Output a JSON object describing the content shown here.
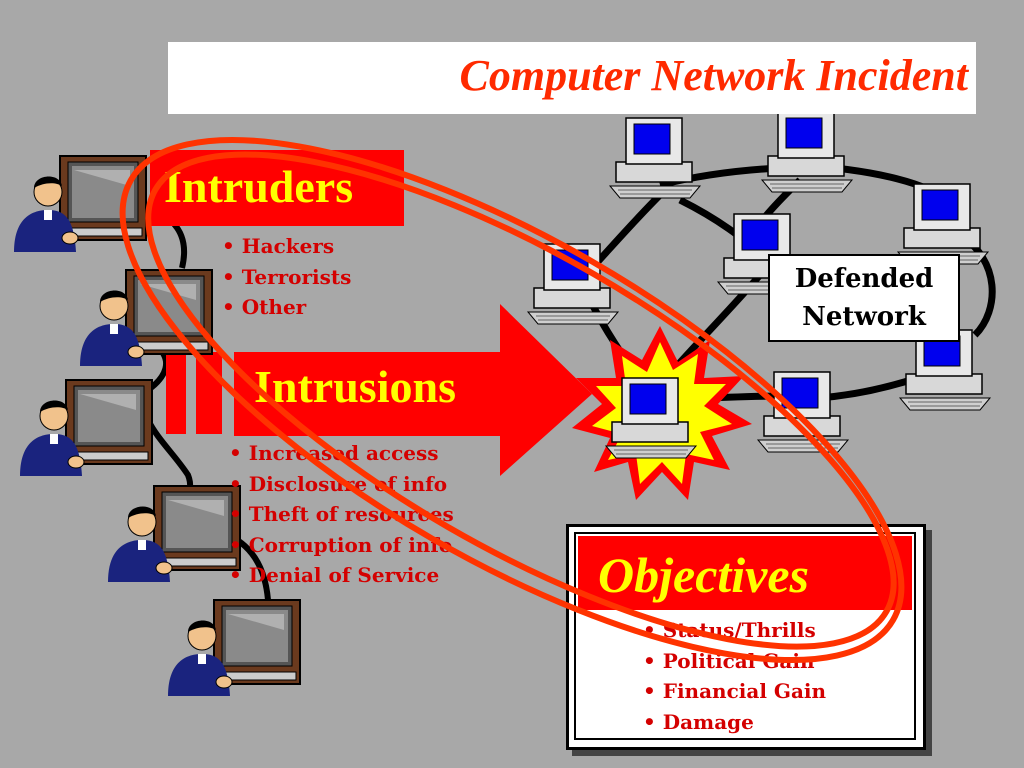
{
  "title": "Computer Network Incident",
  "intruders": {
    "heading": "Intruders",
    "items": [
      "Hackers",
      "Terrorists",
      "Other"
    ]
  },
  "intrusions": {
    "heading": "Intrusions",
    "items": [
      "Increased access",
      "Disclosure of info",
      "Theft of resources",
      "Corruption of info",
      "Denial of Service"
    ]
  },
  "defended_network": {
    "line1": "Defended",
    "line2": "Network"
  },
  "objectives": {
    "heading": "Objectives",
    "items": [
      "Status/Thrills",
      "Political Gain",
      "Financial Gain",
      "Damage"
    ]
  },
  "colors": {
    "background": "#a8a8a8",
    "accent_red": "#ff0000",
    "title_red": "#ff2a00",
    "highlight_yellow": "#ffff00",
    "bullet_red": "#d40000",
    "ellipse": "#ff3300",
    "monitor_screen": "#0000ee"
  },
  "icons": [
    "person-at-tv-icon",
    "desktop-computer-icon",
    "starburst-icon",
    "arrow-right-icon"
  ]
}
